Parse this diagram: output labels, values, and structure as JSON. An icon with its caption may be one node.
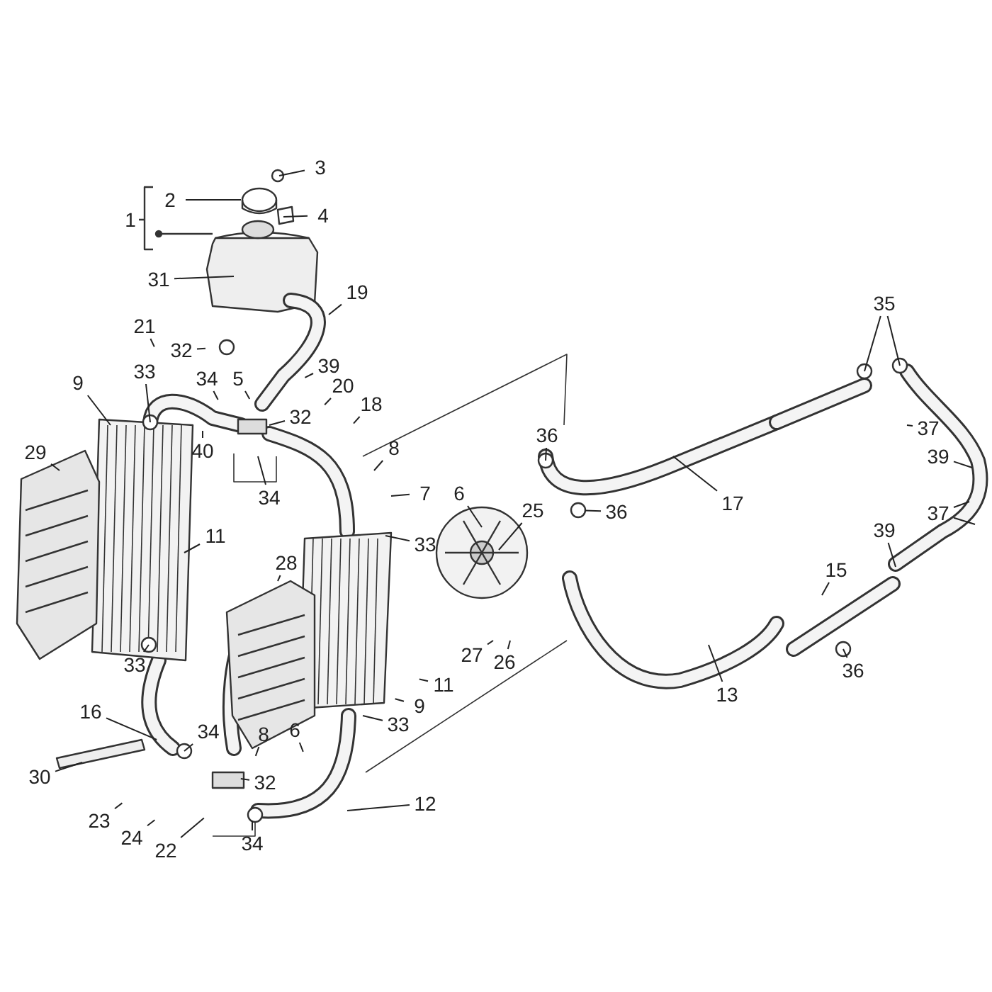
{
  "diagram": {
    "nodes": [
      {
        "text": [
          "3"
        ]
      },
      {
        "text": [
          "2"
        ]
      },
      {
        "text": [
          "4"
        ]
      },
      {
        "text": [
          "31"
        ]
      },
      {
        "text": [
          "19"
        ]
      },
      {
        "text": [
          "35"
        ]
      },
      {
        "text": [
          "21"
        ]
      },
      {
        "text": [
          "32"
        ]
      },
      {
        "text": [
          "39"
        ]
      },
      {
        "text": [
          "33"
        ]
      },
      {
        "text": [
          "34"
        ]
      },
      {
        "text": [
          "5"
        ]
      },
      {
        "text": [
          "9"
        ]
      },
      {
        "text": [
          "20"
        ]
      },
      {
        "text": [
          "18"
        ]
      },
      {
        "text": [
          "37"
        ]
      },
      {
        "text": [
          "32"
        ]
      },
      {
        "text": [
          "36"
        ]
      },
      {
        "text": [
          "40"
        ]
      },
      {
        "text": [
          "29"
        ]
      },
      {
        "text": [
          "39"
        ]
      },
      {
        "text": [
          "8"
        ]
      },
      {
        "text": [
          "7"
        ]
      },
      {
        "text": [
          "6"
        ]
      },
      {
        "text": [
          "34"
        ]
      },
      {
        "text": [
          "17"
        ]
      },
      {
        "text": [
          "37"
        ]
      },
      {
        "text": [
          "36"
        ]
      },
      {
        "text": [
          "25"
        ]
      },
      {
        "text": [
          "39"
        ]
      },
      {
        "text": [
          "33"
        ]
      },
      {
        "text": [
          "11"
        ]
      },
      {
        "text": [
          "28"
        ]
      },
      {
        "text": [
          "15"
        ]
      },
      {
        "text": [
          "27"
        ]
      },
      {
        "text": [
          "26"
        ]
      },
      {
        "text": [
          "33"
        ]
      },
      {
        "text": [
          "36"
        ]
      },
      {
        "text": [
          "11"
        ]
      },
      {
        "text": [
          "13"
        ]
      },
      {
        "text": [
          "9"
        ]
      },
      {
        "text": [
          "16"
        ]
      },
      {
        "text": [
          "33"
        ]
      },
      {
        "text": [
          "6"
        ]
      },
      {
        "text": [
          "34"
        ]
      },
      {
        "text": [
          "8"
        ]
      },
      {
        "text": [
          "30"
        ]
      },
      {
        "text": [
          "32"
        ]
      },
      {
        "text": [
          "12"
        ]
      },
      {
        "text": [
          "23"
        ]
      },
      {
        "text": [
          "24"
        ]
      },
      {
        "text": [
          "34"
        ]
      },
      {
        "text": [
          "22"
        ]
      }
    ],
    "edges": [
      {
        "from": 0,
        "to": null,
        "arrow": "none"
      },
      {
        "from": 1,
        "to": null,
        "arrow": "none"
      },
      {
        "from": 2,
        "to": null,
        "arrow": "none"
      },
      {
        "from": 3,
        "to": null,
        "arrow": "none"
      },
      {
        "from": 4,
        "to": null,
        "arrow": "none"
      },
      {
        "from": 5,
        "to": null,
        "arrow": "none"
      },
      {
        "from": 5,
        "to": null,
        "arrow": "none"
      },
      {
        "from": 6,
        "to": null,
        "arrow": "none"
      },
      {
        "from": 7,
        "to": null,
        "arrow": "none"
      },
      {
        "from": 8,
        "to": null,
        "arrow": "none"
      },
      {
        "from": 9,
        "to": null,
        "arrow": "none"
      },
      {
        "from": 10,
        "to": null,
        "arrow": "none"
      },
      {
        "from": 11,
        "to": null,
        "arrow": "none"
      },
      {
        "from": 12,
        "to": null,
        "arrow": "none"
      },
      {
        "from": 13,
        "to": null,
        "arrow": "none"
      },
      {
        "from": 14,
        "to": null,
        "arrow": "none"
      },
      {
        "from": 15,
        "to": null,
        "arrow": "none"
      },
      {
        "from": 16,
        "to": null,
        "arrow": "none"
      },
      {
        "from": 17,
        "to": null,
        "arrow": "none"
      },
      {
        "from": 18,
        "to": null,
        "arrow": "none"
      },
      {
        "from": 19,
        "to": null,
        "arrow": "none"
      },
      {
        "from": 20,
        "to": null,
        "arrow": "none"
      },
      {
        "from": 21,
        "to": null,
        "arrow": "none"
      },
      {
        "from": 22,
        "to": null,
        "arrow": "none"
      },
      {
        "from": 23,
        "to": null,
        "arrow": "none"
      },
      {
        "from": 24,
        "to": null,
        "arrow": "none"
      },
      {
        "from": 25,
        "to": null,
        "arrow": "none"
      },
      {
        "from": 26,
        "to": null,
        "arrow": "none"
      },
      {
        "from": 26,
        "to": null,
        "arrow": "none"
      },
      {
        "from": 27,
        "to": null,
        "arrow": "none"
      },
      {
        "from": 28,
        "to": null,
        "arrow": "none"
      },
      {
        "from": 29,
        "to": null,
        "arrow": "none"
      },
      {
        "from": 30,
        "to": null,
        "arrow": "none"
      },
      {
        "from": 31,
        "to": null,
        "arrow": "none"
      },
      {
        "from": 32,
        "to": null,
        "arrow": "none"
      },
      {
        "from": 33,
        "to": null,
        "arrow": "none"
      },
      {
        "from": 34,
        "to": null,
        "arrow": "none"
      },
      {
        "from": 35,
        "to": null,
        "arrow": "none"
      },
      {
        "from": 36,
        "to": null,
        "arrow": "none"
      },
      {
        "from": 37,
        "to": null,
        "arrow": "none"
      },
      {
        "from": 38,
        "to": null,
        "arrow": "none"
      },
      {
        "from": 39,
        "to": null,
        "arrow": "none"
      },
      {
        "from": 40,
        "to": null,
        "arrow": "none"
      },
      {
        "from": 41,
        "to": null,
        "arrow": "none"
      },
      {
        "from": 42,
        "to": null,
        "arrow": "none"
      },
      {
        "from": 43,
        "to": null,
        "arrow": "none"
      },
      {
        "from": 44,
        "to": null,
        "arrow": "none"
      },
      {
        "from": 45,
        "to": null,
        "arrow": "none"
      },
      {
        "from": 46,
        "to": null,
        "arrow": "none"
      },
      {
        "from": 47,
        "to": null,
        "arrow": "none"
      },
      {
        "from": 48,
        "to": null,
        "arrow": "none"
      },
      {
        "from": 49,
        "to": null,
        "arrow": "none"
      },
      {
        "from": 50,
        "to": null,
        "arrow": "none"
      },
      {
        "from": 51,
        "to": null,
        "arrow": "none"
      },
      {
        "from": 52,
        "to": null,
        "arrow": "none"
      }
    ],
    "labels": [
      "1"
    ]
  }
}
